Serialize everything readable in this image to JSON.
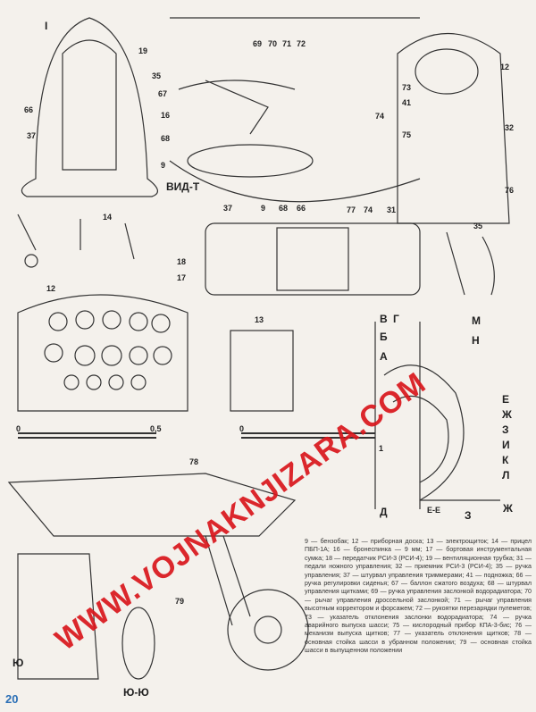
{
  "page_number": "20",
  "watermark": "WWW.VOJNAKNJIZARA.COM",
  "view_labels": {
    "section_I": "I",
    "view_T": "ВИД-Т",
    "view_Yu": "Ю",
    "section_YuYu": "Ю-Ю",
    "section_EE": "Е-Е"
  },
  "scale": {
    "left": [
      "0",
      "0,5"
    ],
    "right": [
      "0",
      "1"
    ]
  },
  "callouts": [
    "19",
    "35",
    "67",
    "66",
    "16",
    "37",
    "68",
    "9",
    "69",
    "70",
    "71",
    "72",
    "74",
    "73",
    "41",
    "75",
    "32",
    "76",
    "14",
    "37",
    "9",
    "68",
    "66",
    "77",
    "74",
    "31",
    "18",
    "17",
    "35",
    "12",
    "13",
    "78",
    "79",
    "12"
  ],
  "section_letters": [
    "В",
    "Г",
    "М",
    "Б",
    "Н",
    "А",
    "Е",
    "Ж",
    "З",
    "И",
    "К",
    "Л",
    "Д",
    "З",
    "Ж"
  ],
  "caption": "9 — бензобак; 12 — приборная доска; 13 — электрощиток; 14 — прицел ПБП-1А; 16 — бронеспинка — 9 мм; 17 — бортовая инструментальная сумка; 18 — передатчик РСИ-3 (РСИ-4); 19 — вентиляционная трубка; 31 — педали ножного управления; 32 — приемник РСИ-3 (РСИ-4); 35 — ручка управления; 37 — штурвал управления триммерами; 41 — подножка; 66 — ручка регулировки сиденья; 67 — баллон сжатого воздуха; 68 — штурвал управления щитками; 69 — ручка управления заслонкой водорадиатора; 70 — рычаг управления дроссельной заслонкой; 71 — рычаг управления высотным корректором и форсажем; 72 — рукоятки перезарядки пулеметов; 73 — указатель отклонения заслонки водорадиатора; 74 — ручка аварийного выпуска шасси; 75 — кислородный прибор КПА-3-бис; 76 — механизм выпуска щитков; 77 — указатель отклонения щитков; 78 — основная стойка шасси в убранном положении; 79 — основная стойка шасси в выпущенном положении",
  "colors": {
    "watermark": "#d9161c",
    "page_number": "#2a6fb6",
    "ink": "#222222"
  }
}
